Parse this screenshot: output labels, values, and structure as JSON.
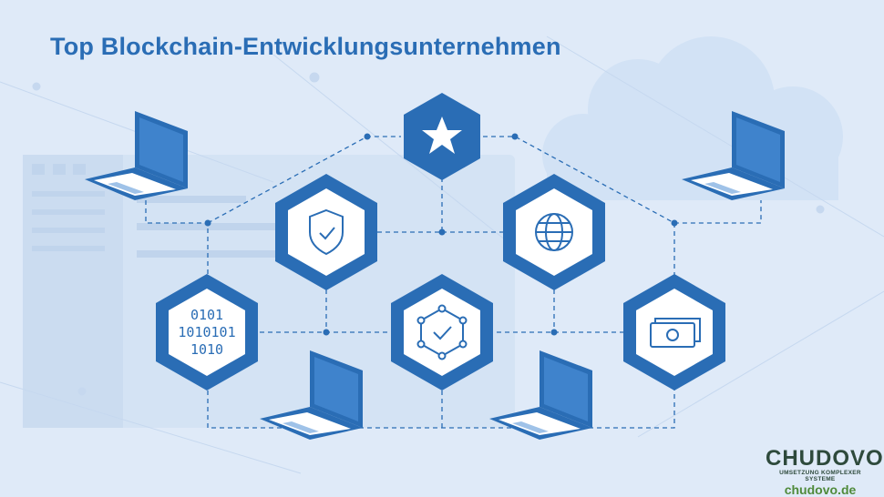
{
  "title": "Top Blockchain-Entwicklungsunternehmen",
  "logo": {
    "brand": "CHUDOVO",
    "tagline": "UMSETZUNG KOMPLEXER SYSTEME",
    "url": "chudovo.de"
  },
  "binary_lines": [
    "0101",
    "1010101",
    "1010"
  ],
  "colors": {
    "primary": "#2a6db5",
    "background": "#dfeaf8",
    "logo_dark": "#2e4a3c",
    "logo_green": "#5f9a3a"
  }
}
